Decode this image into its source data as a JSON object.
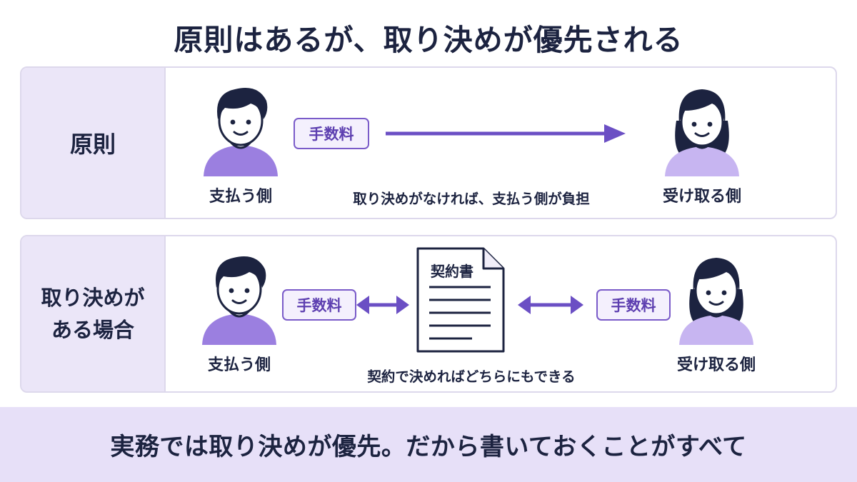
{
  "title": "原則はあるが、取り決めが優先される",
  "principle": {
    "label": "原則",
    "payer": "支払う側",
    "receiver": "受け取る側",
    "fee": "手数料",
    "note": "取り決めがなければ、支払う側が負担"
  },
  "agreement": {
    "label_line1": "取り決めが",
    "label_line2": "ある場合",
    "payer": "支払う側",
    "receiver": "受け取る側",
    "fee_left": "手数料",
    "fee_right": "手数料",
    "contract": "契約書",
    "note": "契約で決めればどちらにもできる"
  },
  "footer": "実務では取り決めが優先。だから書いておくことがすべて",
  "colors": {
    "accent": "#6b4fc4",
    "shirt_payer": "#9b7fe0",
    "shirt_receiver": "#c7b5f1",
    "hair": "#1c2340",
    "skin": "#ffffff"
  }
}
